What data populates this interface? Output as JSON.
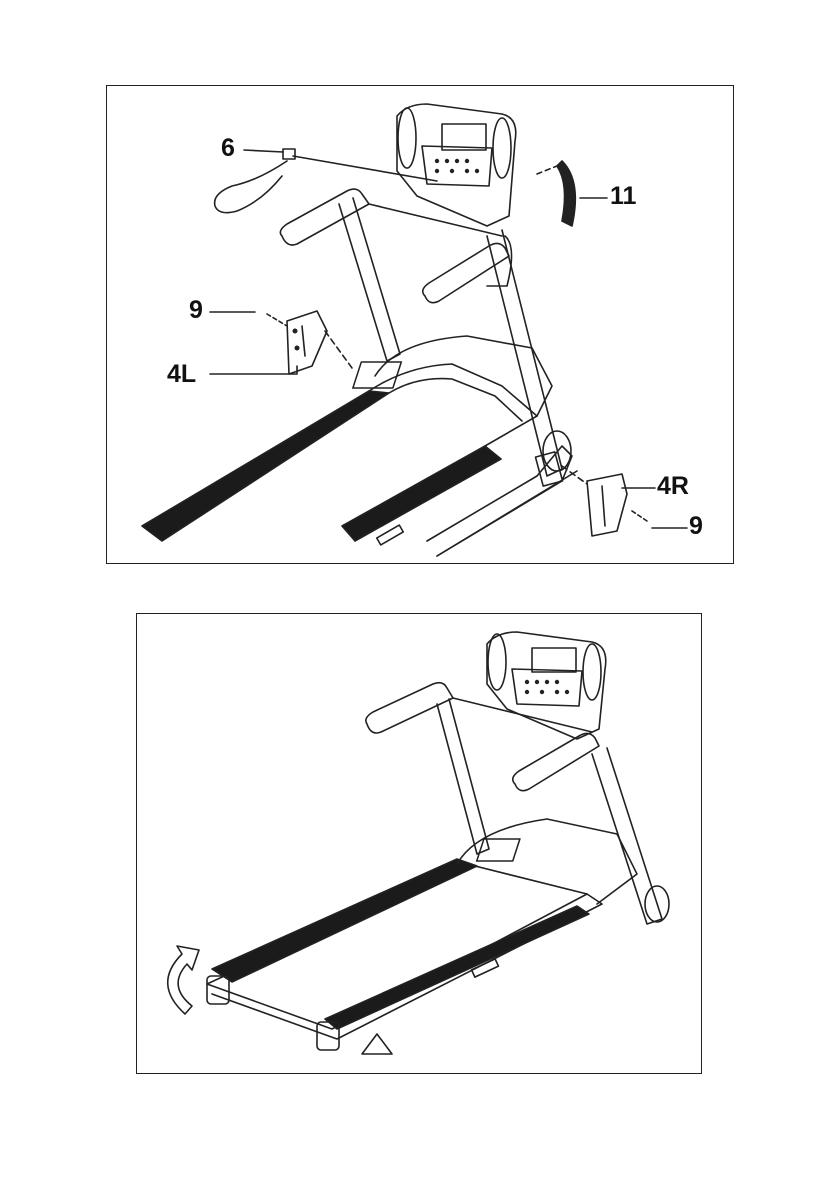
{
  "top_panel": {
    "callouts": {
      "six": "6",
      "eleven": "11",
      "nine_left": "9",
      "four_left": "4L",
      "four_right": "4R",
      "nine_right": "9"
    },
    "belt_color": "#1b1b1b"
  },
  "bottom_panel": {
    "arrow": "rotate-arrow-icon",
    "belt_color": "#1b1b1b"
  }
}
